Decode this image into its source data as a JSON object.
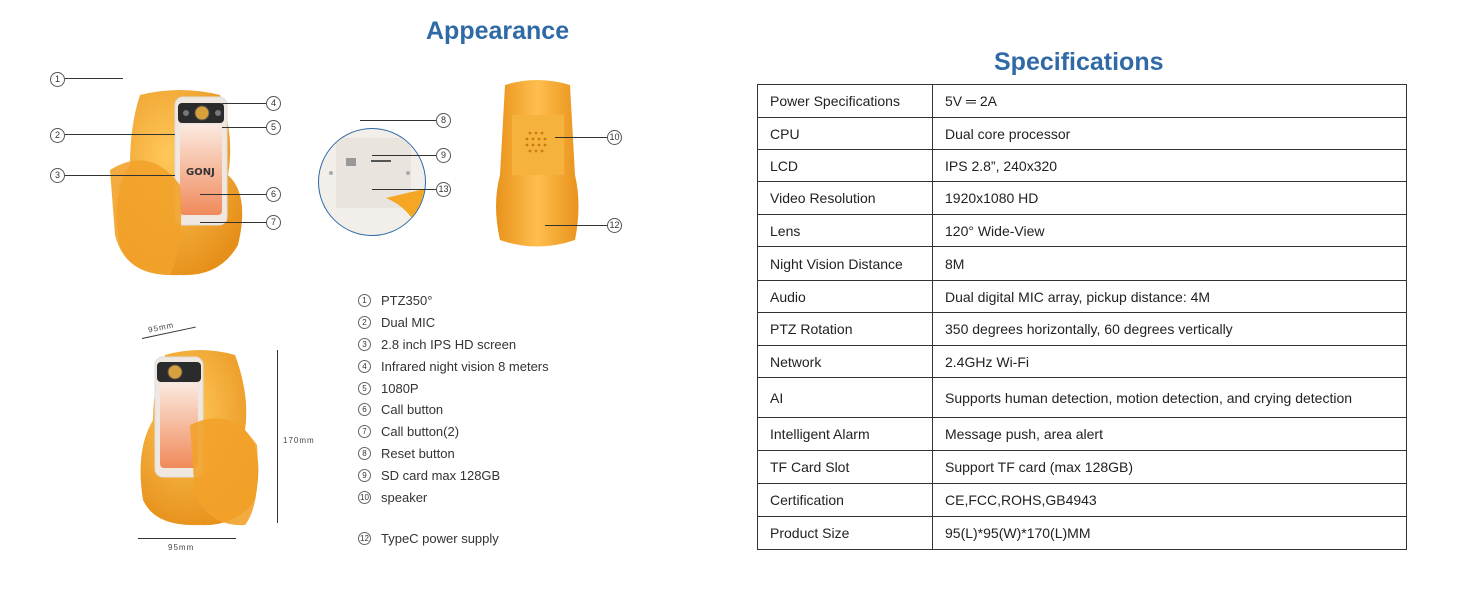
{
  "appearance_title": "Appearance",
  "spec_title": "Specifications",
  "features": [
    {
      "num": "1",
      "label": "PTZ350°"
    },
    {
      "num": "2",
      "label": "Dual MIC"
    },
    {
      "num": "3",
      "label": "2.8 inch IPS HD screen"
    },
    {
      "num": "4",
      "label": "Infrared night vision 8 meters"
    },
    {
      "num": "5",
      "label": "1080P"
    },
    {
      "num": "6",
      "label": "Call button"
    },
    {
      "num": "7",
      "label": "Call button(2)"
    },
    {
      "num": "8",
      "label": "Reset button"
    },
    {
      "num": "9",
      "label": "SD card max 128GB"
    },
    {
      "num": "10",
      "label": "speaker"
    },
    {
      "num": "12",
      "label": "TypeC power supply"
    }
  ],
  "callouts": [
    "1",
    "2",
    "3",
    "4",
    "5",
    "6",
    "7",
    "8",
    "9",
    "10",
    "12",
    "13"
  ],
  "brand_text": "GONJ",
  "dimensions": {
    "width": "95mm",
    "depth": "95mm",
    "height": "170mm"
  },
  "specs": [
    {
      "key": "Power Specifications",
      "value": "5V ═ 2A"
    },
    {
      "key": "CPU",
      "value": "Dual core processor"
    },
    {
      "key": "LCD",
      "value": "IPS 2.8”, 240x320"
    },
    {
      "key": "Video Resolution",
      "value": "1920x1080 HD"
    },
    {
      "key": "Lens",
      "value": "120° Wide-View"
    },
    {
      "key": "Night Vision Distance",
      "value": "8M"
    },
    {
      "key": "Audio",
      "value": "Dual digital MIC array, pickup distance: 4M"
    },
    {
      "key": "PTZ Rotation",
      "value": "350 degrees horizontally, 60 degrees vertically"
    },
    {
      "key": "Network",
      "value": "2.4GHz Wi-Fi"
    },
    {
      "key": "AI",
      "value": "Supports human detection, motion detection, and crying detection"
    },
    {
      "key": "Intelligent Alarm",
      "value": "Message push, area alert"
    },
    {
      "key": "TF Card Slot",
      "value": "Support TF card (max 128GB)"
    },
    {
      "key": "Certification",
      "value": "CE,FCC,ROHS,GB4943"
    },
    {
      "key": "Product Size",
      "value": "95(L)*95(W)*170(L)MM"
    }
  ],
  "colors": {
    "title": "#2f6aa6",
    "device_body": "#f5a623",
    "device_screen": "#f3e6dc"
  }
}
